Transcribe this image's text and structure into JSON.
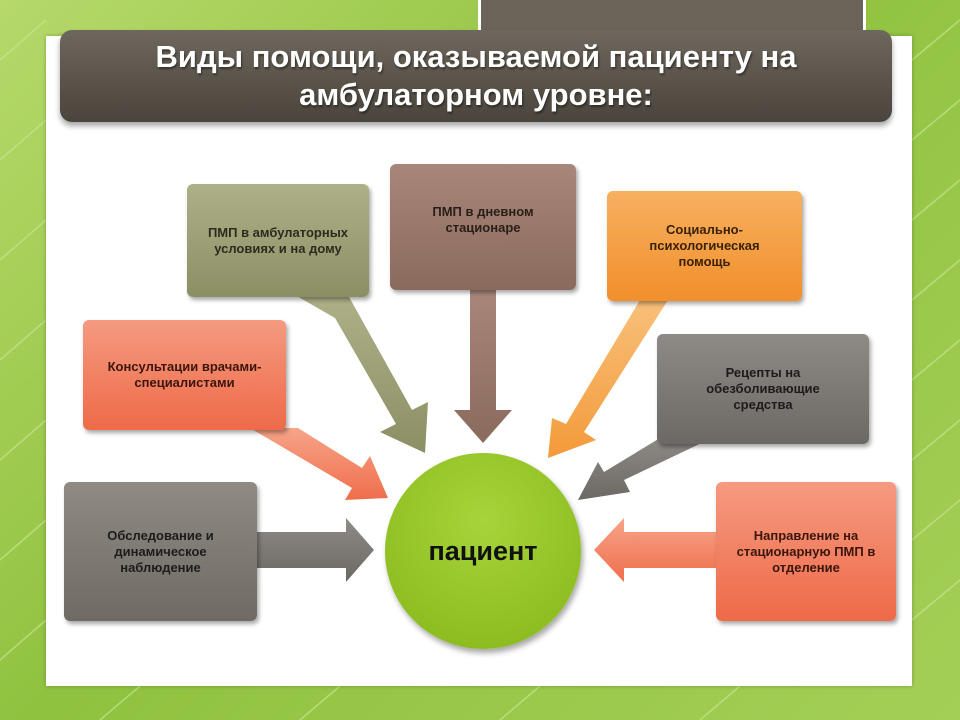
{
  "title": "Виды помощи, оказываемой пациенту на амбулаторном уровне:",
  "center": {
    "label": "пациент"
  },
  "nodes": [
    {
      "id": "ambulatory",
      "label": "ПМП в амбулаторных условиях и на дому"
    },
    {
      "id": "day-hospital",
      "label": "ПМП в дневном стационаре"
    },
    {
      "id": "social",
      "label": "Социально-психологическая помощь"
    },
    {
      "id": "consult",
      "label": "Консультации врачами-специалистами"
    },
    {
      "id": "prescriptions",
      "label": "Рецепты на обезболивающие средства"
    },
    {
      "id": "exam",
      "label": "Обследование и динамическое наблюдение"
    },
    {
      "id": "referral",
      "label": "Направление на стационарную ПМП в отделение"
    }
  ],
  "colors": {
    "olive": "#9c9e74",
    "brown": "#9a786a",
    "orange": "#f39a3a",
    "salmon": "#f07a58",
    "grey": "#7c7874",
    "center": "#8fc21f",
    "title_bar": "#5a544b"
  }
}
